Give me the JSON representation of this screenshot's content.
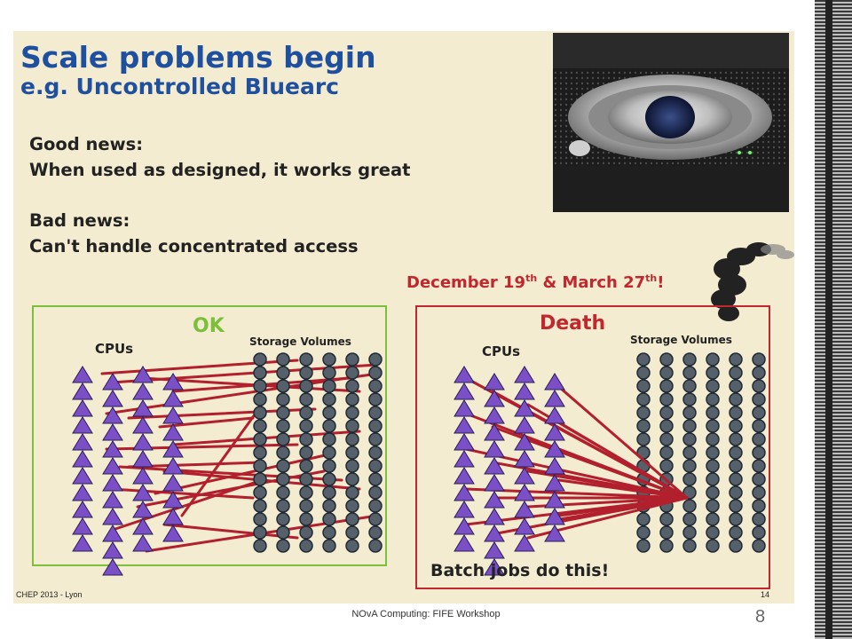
{
  "slide": {
    "title_line1": "Scale problems begin",
    "title_line2": "e.g. Uncontrolled Bluearc",
    "good_news_label": "Good news:",
    "good_news_text": "When used as designed, it works great",
    "bad_news_label": "Bad news:",
    "bad_news_text": "Can't handle concentrated access",
    "dates": {
      "part1": "December 19",
      "sup1": "th",
      "part2": " & March 27",
      "sup2": "th",
      "part3": "!"
    },
    "ok_panel": {
      "status": "OK",
      "cpus_label": "CPUs",
      "storage_label": "Storage Volumes"
    },
    "death_panel": {
      "status": "Death",
      "cpus_label": "CPUs",
      "storage_label": "Storage Volumes",
      "caption": "Batch jobs do this!"
    },
    "footer_left": "CHEP 2013 - Lyon",
    "footer_right": "14"
  },
  "caption": "NOvA Computing: FIFE Workshop",
  "page_number": "8",
  "colors": {
    "title": "#1f4f9f",
    "ok": "#7cbf3b",
    "death": "#c1272d",
    "cpu": "#7b4fc6",
    "storage": "#55606b",
    "line": "#b21f2d",
    "background": "#f4ecd0"
  },
  "icons": {
    "photo": "storage-server-photo",
    "smoke": "smoke-plume"
  }
}
